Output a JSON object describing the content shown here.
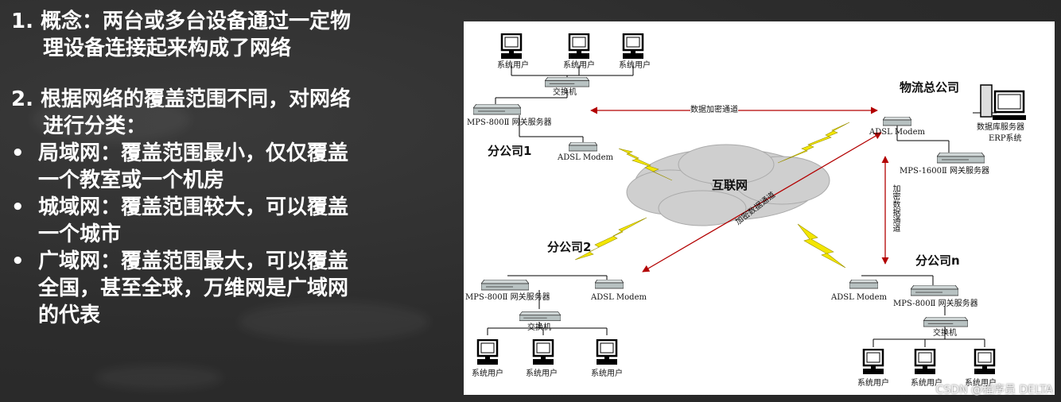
{
  "left": {
    "item1_line1": "1. 概念：两台或多台设备通过一定物",
    "item1_line2": "理设备连接起来构成了网络",
    "item2_line1": "2. 根据网络的覆盖范围不同，对网络",
    "item2_line2": "进行分类：",
    "bullet_char": "•",
    "lan_line1": "局域网：覆盖范围最小，仅仅覆盖",
    "lan_line2": "一个教室或一个机房",
    "man_line1": "城域网：覆盖范围较大，可以覆盖",
    "man_line2": "一个城市",
    "wan_line1": "广域网：覆盖范围最大，可以覆盖",
    "wan_line2": "全国，甚至全球，万维网是广域网",
    "wan_line3": "的代表"
  },
  "diagram": {
    "user_label": "系统用户",
    "switch_label": "交换机",
    "gateway_800": "MPS-800Ⅱ 网关服务器",
    "gateway_1600": "MPS-1600Ⅱ 网关服务器",
    "modem": "ADSL Modem",
    "branch1": "分公司1",
    "branch2": "分公司2",
    "branchn": "分公司n",
    "hq": "物流总公司",
    "db_server": "数据库服务器",
    "erp": "ERP系统",
    "internet": "互联网",
    "encrypted_channel": "数据加密通道",
    "encrypted_channel_diag": "加密数据通道",
    "encrypted_channel_vert": "加密数据通道"
  },
  "watermark": "CSDN @程序员 DELTA"
}
